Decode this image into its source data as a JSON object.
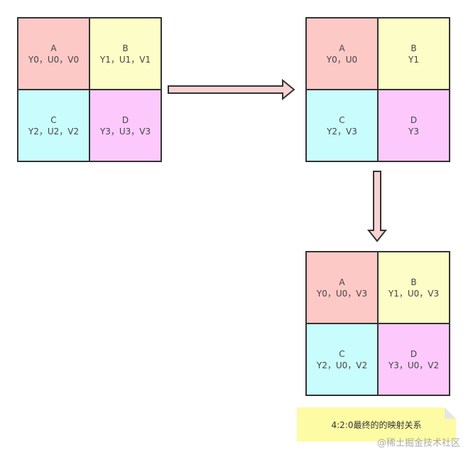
{
  "colors": {
    "cell_a": "#fdc9c6",
    "cell_b": "#fdfdc7",
    "cell_c": "#c9fdfd",
    "cell_d": "#fdc9fd",
    "arrow_fill": "#fbd2d2",
    "arrow_stroke": "#333333",
    "note_fill": "#fdfba4",
    "note_fold": "#e6e6e6"
  },
  "grids": [
    {
      "cells": [
        {
          "letter": "A",
          "values": "Y0，U0，V0"
        },
        {
          "letter": "B",
          "values": "Y1，U1，V1"
        },
        {
          "letter": "C",
          "values": "Y2，U2，V2"
        },
        {
          "letter": "D",
          "values": "Y3，U3，V3"
        }
      ]
    },
    {
      "cells": [
        {
          "letter": "A",
          "values": "Y0，U0"
        },
        {
          "letter": "B",
          "values": "Y1"
        },
        {
          "letter": "C",
          "values": "Y2，V3"
        },
        {
          "letter": "D",
          "values": "Y3"
        }
      ]
    },
    {
      "cells": [
        {
          "letter": "A",
          "values": "Y0，U0，V3"
        },
        {
          "letter": "B",
          "values": "Y1，U0，V3"
        },
        {
          "letter": "C",
          "values": "Y2，U0，V2"
        },
        {
          "letter": "D",
          "values": "Y3，U0，V2"
        }
      ]
    }
  ],
  "note": {
    "text": "4:2:0最终的的映射关系"
  },
  "watermark": {
    "text": "@稀土掘金技术社区"
  }
}
